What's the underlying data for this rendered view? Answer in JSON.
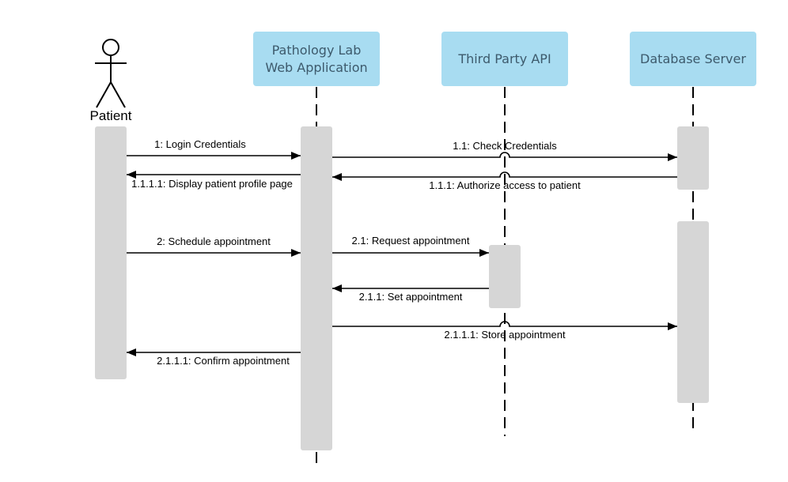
{
  "actor": {
    "label": "Patient",
    "icon": "stick-figure-icon"
  },
  "participants": [
    {
      "id": "webapp",
      "label": "Pathology Lab Web Application"
    },
    {
      "id": "api",
      "label": "Third Party API"
    },
    {
      "id": "db",
      "label": "Database Server"
    }
  ],
  "messages": [
    {
      "id": "m1",
      "label": "1: Login Credentials",
      "from": "Patient",
      "to": "Pathology Lab Web Application"
    },
    {
      "id": "m2",
      "label": "1.1: Check Credentials",
      "from": "Pathology Lab Web Application",
      "to": "Database Server"
    },
    {
      "id": "m3",
      "label": "1.1.1: Authorize access to patient",
      "from": "Database Server",
      "to": "Pathology Lab Web Application"
    },
    {
      "id": "m4",
      "label": "1.1.1.1: Display patient profile page",
      "from": "Pathology Lab Web Application",
      "to": "Patient"
    },
    {
      "id": "m5",
      "label": "2: Schedule appointment",
      "from": "Patient",
      "to": "Pathology Lab Web Application"
    },
    {
      "id": "m6",
      "label": "2.1: Request appointment",
      "from": "Pathology Lab Web Application",
      "to": "Third Party API"
    },
    {
      "id": "m7",
      "label": "2.1.1: Set appointment",
      "from": "Third Party API",
      "to": "Pathology Lab Web Application"
    },
    {
      "id": "m8",
      "label": "2.1.1.1: Store appointment",
      "from": "Pathology Lab Web Application",
      "to": "Database Server"
    },
    {
      "id": "m9",
      "label": "2.1.1.1: Confirm appointment",
      "from": "Pathology Lab Web Application",
      "to": "Patient"
    }
  ],
  "colors": {
    "header_fill": "#a8dcf1",
    "header_text": "#3d5a6c",
    "activation": "#d6d6d6",
    "line": "#000000"
  }
}
